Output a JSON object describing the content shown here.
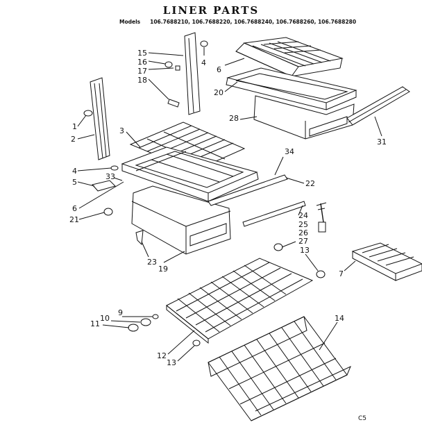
{
  "title": "LINER PARTS",
  "models_label": "Models",
  "models_value": "106.7688210, 106.7688220, 106.7688240, 106.7688260, 106.7688280",
  "corner_code": "C5",
  "callouts": [
    "1",
    "2",
    "3",
    "4",
    "4",
    "5",
    "6",
    "6",
    "7",
    "9",
    "10",
    "11",
    "12",
    "13",
    "13",
    "14",
    "15",
    "16",
    "17",
    "18",
    "19",
    "20",
    "21",
    "22",
    "23",
    "24",
    "25",
    "26",
    "27",
    "28",
    "31",
    "33",
    "34"
  ]
}
